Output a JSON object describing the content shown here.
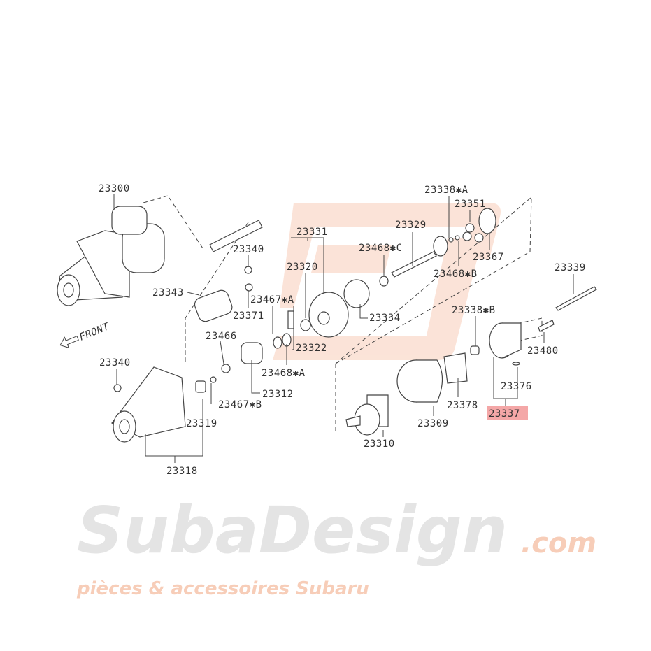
{
  "watermark": {
    "brand": "SubaDesign",
    "domain": ".com",
    "tagline": "pièces & accessoires Subaru",
    "colors": {
      "logo": "#f9d8c8",
      "text": "#e0e0e0",
      "tagline": "#f5c0a8"
    }
  },
  "highlight_color": "#f08a8a",
  "front_label": "FRONT",
  "parts": {
    "p23300": "23300",
    "p23340a": "23340",
    "p23343": "23343",
    "p23371": "23371",
    "p23467a": "23467✱A",
    "p23466": "23466",
    "p23331": "23331",
    "p23320": "23320",
    "p23322": "23322",
    "p23312": "23312",
    "p23468a": "23468✱A",
    "p23467b": "23467✱B",
    "p23319": "23319",
    "p23318": "23318",
    "p23340b": "23340",
    "p23468c": "23468✱C",
    "p23329": "23329",
    "p23338a": "23338✱A",
    "p23351": "23351",
    "p23367": "23367",
    "p23468b": "23468✱B",
    "p23334": "23334",
    "p23339": "23339",
    "p23338b": "23338✱B",
    "p23480": "23480",
    "p23376": "23376",
    "p23337": "23337",
    "p23378": "23378",
    "p23309": "23309",
    "p23310": "23310"
  }
}
